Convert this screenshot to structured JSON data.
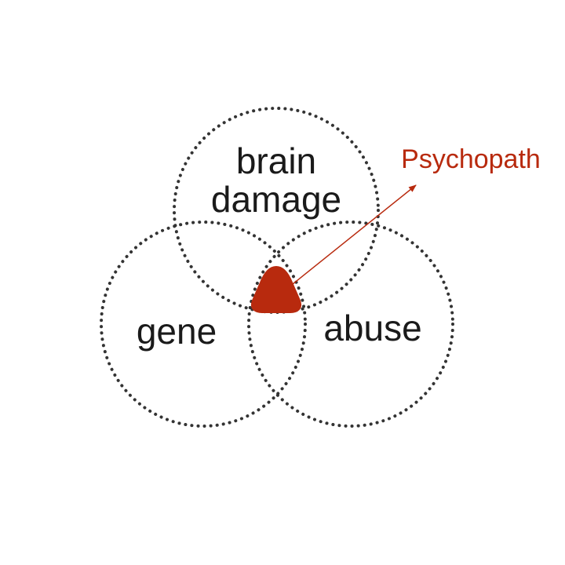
{
  "diagram": {
    "circles": [
      {
        "id": "brain-damage",
        "label_lines": [
          "brain",
          "damage"
        ]
      },
      {
        "id": "gene",
        "label_lines": [
          "gene"
        ]
      },
      {
        "id": "abuse",
        "label_lines": [
          "abuse"
        ]
      }
    ],
    "intersection": {
      "label": "Psychopath"
    },
    "colors": {
      "circle_outline": "#333333",
      "highlight": "#b82a0e",
      "callout_text": "#b82a0e",
      "label_text": "#1a1a1a"
    }
  }
}
